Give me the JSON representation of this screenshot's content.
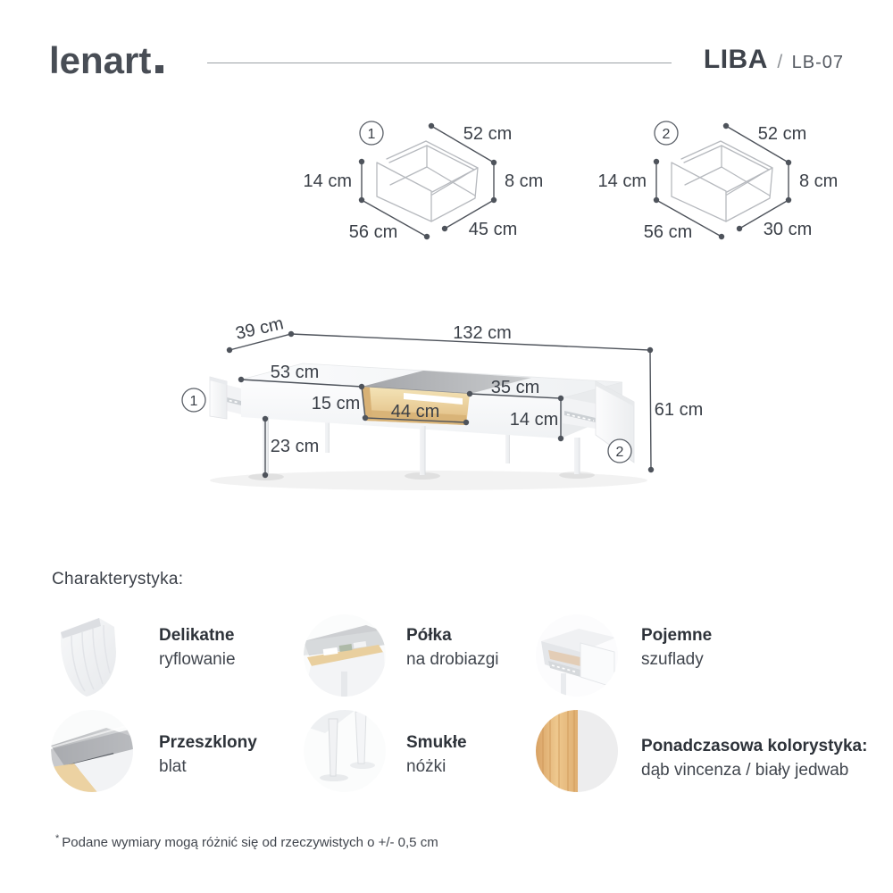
{
  "header": {
    "logo_text": "lenart",
    "model_name": "LIBA",
    "separator": "/",
    "model_code": "LB-07"
  },
  "drawer1": {
    "marker": "1",
    "width_top": "52 cm",
    "front_height": "14 cm",
    "wall_height": "8 cm",
    "width_bottom": "56 cm",
    "depth": "45 cm"
  },
  "drawer2": {
    "marker": "2",
    "width_top": "52 cm",
    "front_height": "14 cm",
    "wall_height": "8 cm",
    "width_bottom": "56 cm",
    "depth": "30 cm"
  },
  "table": {
    "marker_left": "1",
    "marker_right": "2",
    "depth": "39 cm",
    "width": "132 cm",
    "height": "61 cm",
    "left_section": "53 cm",
    "niche_height": "15 cm",
    "niche_width": "44 cm",
    "right_section": "35 cm",
    "drawer_front_height": "14 cm",
    "leg_clearance": "23 cm"
  },
  "characteristics": {
    "heading": "Charakterystyka:",
    "features": [
      {
        "title": "Delikatne",
        "subtitle": "ryflowanie",
        "icon": "fluted-panel-icon"
      },
      {
        "title": "Półka",
        "subtitle": "na drobiazgi",
        "icon": "shelf-photo-icon"
      },
      {
        "title": "Pojemne",
        "subtitle": "szuflady",
        "icon": "drawer-photo-icon"
      },
      {
        "title": "Przeszklony",
        "subtitle": "blat",
        "icon": "glass-top-photo-icon"
      },
      {
        "title": "Smukłe",
        "subtitle": "nóżki",
        "icon": "slim-legs-photo-icon"
      },
      {
        "title": "Ponadczasowa kolorystyka:",
        "subtitle": "dąb vincenza / biały jedwab",
        "icon": "color-swatch-icon"
      }
    ]
  },
  "footnote": {
    "marker": "*",
    "text": "Podane wymiary mogą różnić się od rzeczywistych o +/- 0,5 cm"
  },
  "colors": {
    "text_dark": "#343941",
    "dim": "#4e535b",
    "outline": "#b6b9be",
    "wood": "#e4bc80",
    "glass": "#b8babd"
  }
}
